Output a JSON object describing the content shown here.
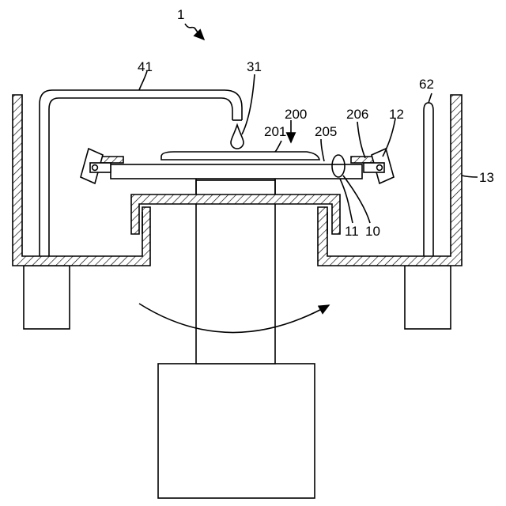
{
  "figure": {
    "labels": {
      "device": "1",
      "pipe": "41",
      "nozzle": "31",
      "substrate_group": "200",
      "film": "201",
      "interface": "205",
      "edge": "206",
      "chuck": "12",
      "rod": "62",
      "cup": "13",
      "table": "11",
      "base": "10"
    }
  }
}
